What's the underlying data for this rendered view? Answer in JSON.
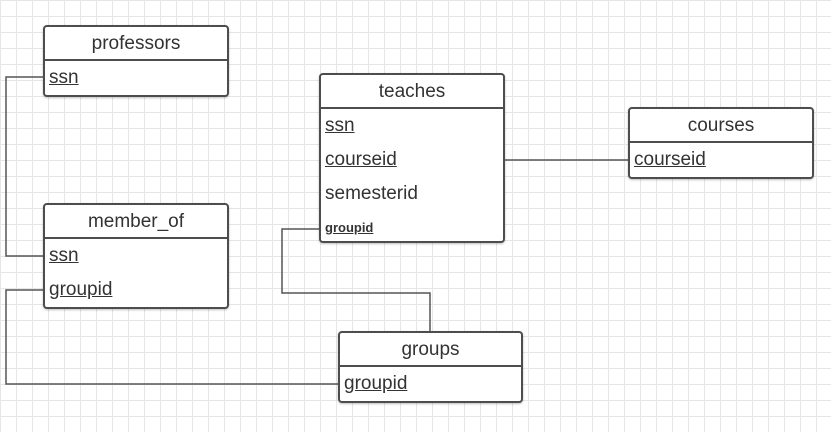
{
  "entities": {
    "professors": {
      "title": "professors",
      "fields": [
        "ssn"
      ]
    },
    "member_of": {
      "title": "member_of",
      "fields": [
        "ssn",
        "groupid"
      ]
    },
    "teaches": {
      "title": "teaches",
      "fields": [
        "ssn",
        "courseid",
        "semesterid",
        "groupid"
      ]
    },
    "courses": {
      "title": "courses",
      "fields": [
        "courseid"
      ]
    },
    "groups": {
      "title": "groups",
      "fields": [
        "groupid"
      ]
    }
  },
  "relationships": [
    {
      "from": "professors.ssn",
      "to": "member_of.ssn"
    },
    {
      "from": "member_of.groupid",
      "to": "groups.groupid"
    },
    {
      "from": "teaches.courseid",
      "to": "courses.courseid"
    },
    {
      "from": "teaches.groupid",
      "to": "groups.groupid"
    }
  ],
  "colors": {
    "border": "#4d4d4d",
    "wire": "#555555",
    "grid": "#e6e6e6",
    "text": "#333333"
  }
}
